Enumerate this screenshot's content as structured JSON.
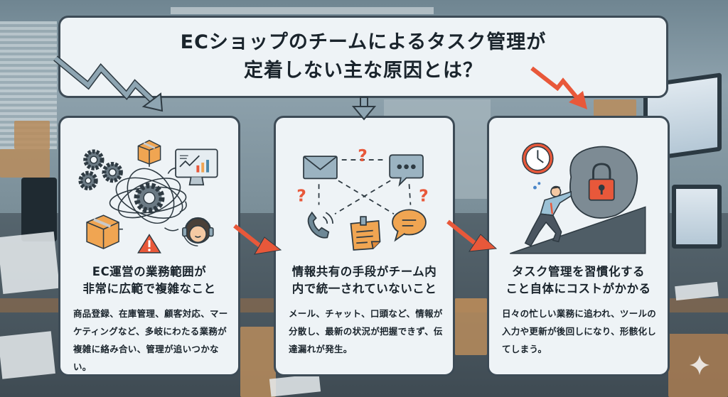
{
  "header": {
    "title_line1": "ECショップのチームによるタスク管理が",
    "title_line2": "定着しない主な原因とは？"
  },
  "cards": [
    {
      "illustration": "tangled-workflow-illustration",
      "title_line1": "EC運営の業務範囲が",
      "title_line2": "非常に広範で複雑なこと",
      "description": "商品登録、在庫管理、顧客対応、マーケティングなど、多岐にわたる業務が複雑に絡み合い、管理が追いつかない。",
      "icons": [
        "gear-icon",
        "package-icon",
        "monitor-chart-icon",
        "support-agent-icon",
        "warning-icon"
      ]
    },
    {
      "illustration": "scattered-communication-illustration",
      "title_line1": "情報共有の手段がチーム内",
      "title_line2": "内で統一されていないこと",
      "description": "メール、チャット、口頭など、情報が分散し、最新の状況が把握できず、伝達漏れが発生。",
      "icons": [
        "mail-icon",
        "chat-bubble-icon",
        "phone-icon",
        "sticky-note-icon",
        "speech-bubble-icon",
        "question-mark-icon"
      ]
    },
    {
      "illustration": "pushing-boulder-illustration",
      "title_line1": "タスク管理を習慣化する",
      "title_line2": "こと自体にコストがかかる",
      "description": "日々の忙しい業務に追われ、ツールの入力や更新が後回しになり、形骸化してしまう。",
      "icons": [
        "clock-icon",
        "lock-icon",
        "person-pushing-icon",
        "boulder-icon"
      ]
    }
  ],
  "colors": {
    "card_bg": "#eef3f6",
    "border": "#3d4b56",
    "text": "#1a242c",
    "accent_orange": "#e8583a",
    "box_orange": "#f0a552",
    "icon_slate": "#6e8896"
  }
}
